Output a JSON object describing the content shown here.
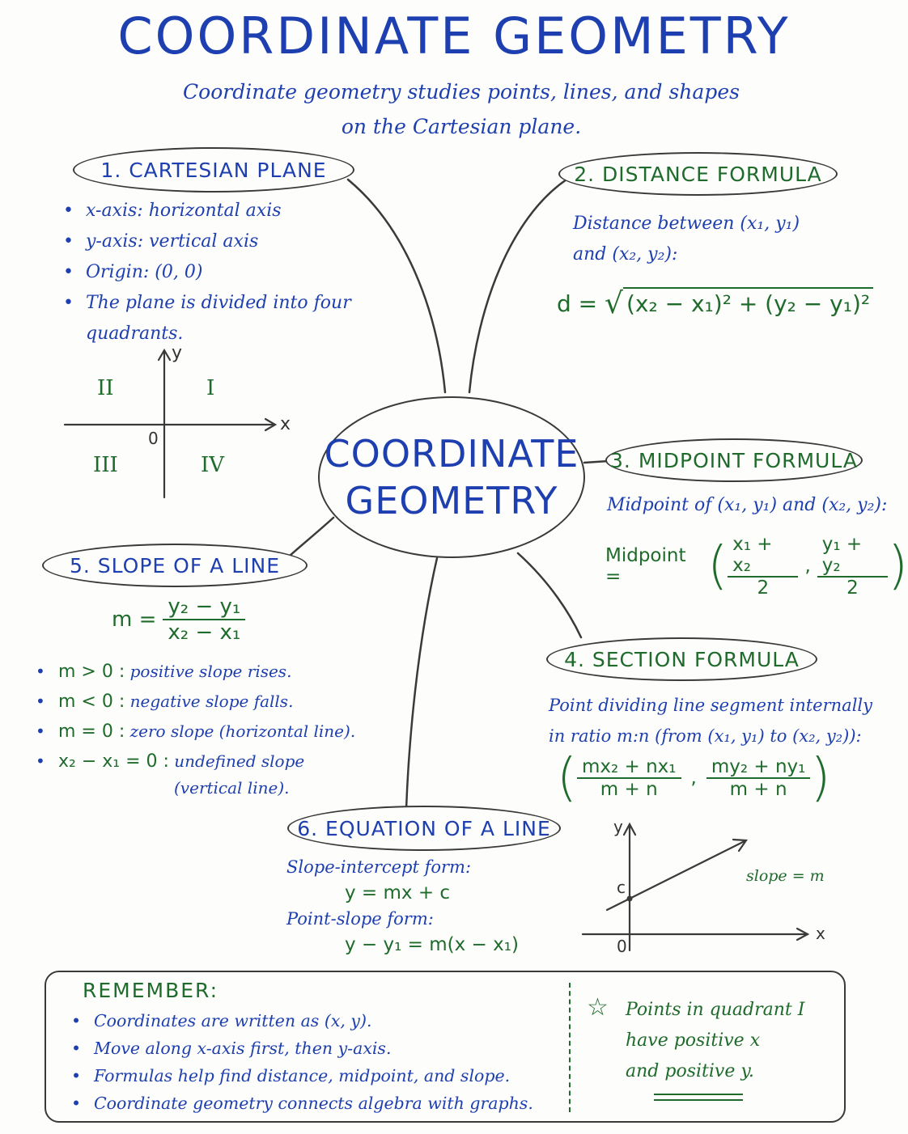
{
  "title": "COORDINATE GEOMETRY",
  "subtitle_line1": "Coordinate geometry studies points, lines, and shapes",
  "subtitle_line2": "on the Cartesian plane.",
  "center": {
    "line1": "COORDINATE",
    "line2": "GEOMETRY"
  },
  "cartesian": {
    "heading": "1. CARTESIAN PLANE",
    "bullets": [
      "x-axis: horizontal axis",
      "y-axis: vertical axis",
      "Origin: (0, 0)",
      "The plane is divided into four quadrants."
    ],
    "axis_x": "x",
    "axis_y": "y",
    "origin": "0",
    "q1": "I",
    "q2": "II",
    "q3": "III",
    "q4": "IV"
  },
  "distance": {
    "heading": "2. DISTANCE FORMULA",
    "text_line1": "Distance between (x₁, y₁)",
    "text_line2": "and (x₂, y₂):",
    "formula_lhs": "d =",
    "formula_body": "(x₂ − x₁)² + (y₂ − y₁)²"
  },
  "midpoint": {
    "heading": "3. MIDPOINT FORMULA",
    "text": "Midpoint of (x₁, y₁) and (x₂, y₂):",
    "lhs": "Midpoint =",
    "num1": "x₁ + x₂",
    "den1": "2",
    "num2": "y₁ + y₂",
    "den2": "2"
  },
  "section": {
    "heading": "4. SECTION FORMULA",
    "text_line1": "Point dividing line segment internally",
    "text_line2": "in ratio m:n (from (x₁, y₁) to (x₂, y₂)):",
    "num1": "mx₂ + nx₁",
    "den1": "m + n",
    "num2": "my₂ + ny₁",
    "den2": "m + n"
  },
  "slope": {
    "heading": "5. SLOPE OF A LINE",
    "lhs": "m =",
    "num": "y₂ − y₁",
    "den": "x₂ − x₁",
    "bullets": [
      {
        "cond": "m > 0 :",
        "desc": "positive slope rises."
      },
      {
        "cond": "m < 0 :",
        "desc": "negative slope falls."
      },
      {
        "cond": "m = 0 :",
        "desc": "zero slope (horizontal line)."
      },
      {
        "cond": "x₂ − x₁ = 0 :",
        "desc": "undefined slope"
      }
    ],
    "last_cont": "(vertical line)."
  },
  "equation": {
    "heading": "6. EQUATION OF A LINE",
    "form1_label": "Slope-intercept form:",
    "form1": "y = mx + c",
    "form2_label": "Point-slope form:",
    "form2": "y − y₁ = m(x − x₁)",
    "graph_x": "x",
    "graph_y": "y",
    "graph_origin": "0",
    "graph_c": "c",
    "graph_slope": "slope = m"
  },
  "remember": {
    "heading": "REMEMBER:",
    "bullets": [
      "Coordinates are written as (x, y).",
      "Move along x-axis first, then y-axis.",
      "Formulas help find distance, midpoint, and slope.",
      "Coordinate geometry connects algebra with graphs."
    ],
    "star_icon": "☆",
    "note_line1": "Points in quadrant I",
    "note_line2": "have positive x",
    "note_line3": "and positive y."
  }
}
